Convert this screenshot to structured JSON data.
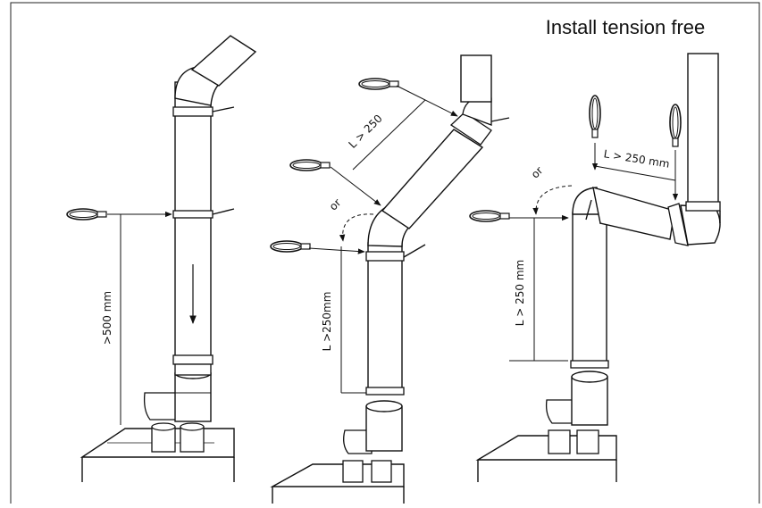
{
  "title": "Install tension free",
  "labels": {
    "d1_vertical": ">500 mm",
    "d2_diagonal": "L >  250",
    "d2_vertical": "L >250mm",
    "d2_or": "or",
    "d3_horizontal": "L > 250 mm",
    "d3_vertical": "L >  250 mm",
    "d3_or": "or"
  },
  "colors": {
    "stroke": "#111111",
    "pipe_fill": "#ffffff",
    "frame": "#222222"
  },
  "icons": [
    "pipe-clamp-icon",
    "flue-pipe-icon",
    "elbow-icon",
    "boiler-icon",
    "arrow-icon"
  ]
}
